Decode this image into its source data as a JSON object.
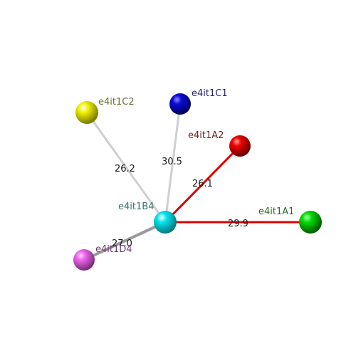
{
  "nodes": {
    "center": {
      "label": "e4it1B4",
      "color": "#00e5ee",
      "label_color": "#3a7070"
    },
    "c2": {
      "label": "e4it1C2",
      "color": "#f2f200",
      "label_color": "#6e6e3a"
    },
    "c1": {
      "label": "e4it1C1",
      "color": "#0a0ad8",
      "label_color": "#1f1f6e"
    },
    "a2": {
      "label": "e4it1A2",
      "color": "#ee0000",
      "label_color": "#6e2222"
    },
    "a1": {
      "label": "e4it1A1",
      "color": "#00dd00",
      "label_color": "#2c6a2c"
    },
    "d4": {
      "label": "e4it1D4",
      "color": "#ee66ee",
      "label_color": "#6e3a6e"
    }
  },
  "edges": {
    "center_c2": {
      "label": "26.2",
      "color": "#cfcfcf"
    },
    "center_c1": {
      "label": "30.5",
      "color": "#cfcfcf"
    },
    "center_a2": {
      "label": "26.1",
      "color": "#dd0000"
    },
    "center_a1": {
      "label": "29.9",
      "color": "#dd0000"
    },
    "center_d4": {
      "label": "27.0",
      "color": "#9a9a9a"
    }
  }
}
